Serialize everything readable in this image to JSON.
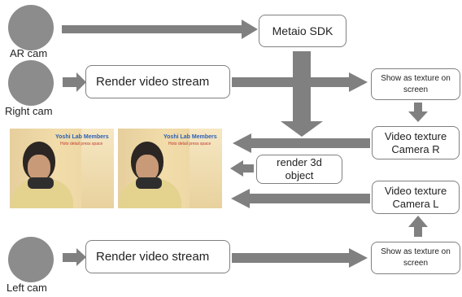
{
  "cameras": {
    "ar": "AR cam",
    "right": "Right cam",
    "left": "Left cam"
  },
  "boxes": {
    "metaio_sdk": "Metaio SDK",
    "render_video_top": "Render video stream",
    "render_video_bottom": "Render video stream",
    "show_texture_top": "Show as texture on\nscreen",
    "show_texture_bottom": "Show as texture on\nscreen",
    "video_texture_r": "Video  texture\nCamera R",
    "video_texture_l": "Video  texture\nCamera L",
    "render_3d": "render 3d\nobject"
  },
  "photo_overlay": {
    "title": "Yoshi Lab Members",
    "subtitle": "Hoto detail press space"
  },
  "colors": {
    "arrow": "#808080",
    "camera": "#8c8c8c",
    "box_border": "#808080"
  }
}
